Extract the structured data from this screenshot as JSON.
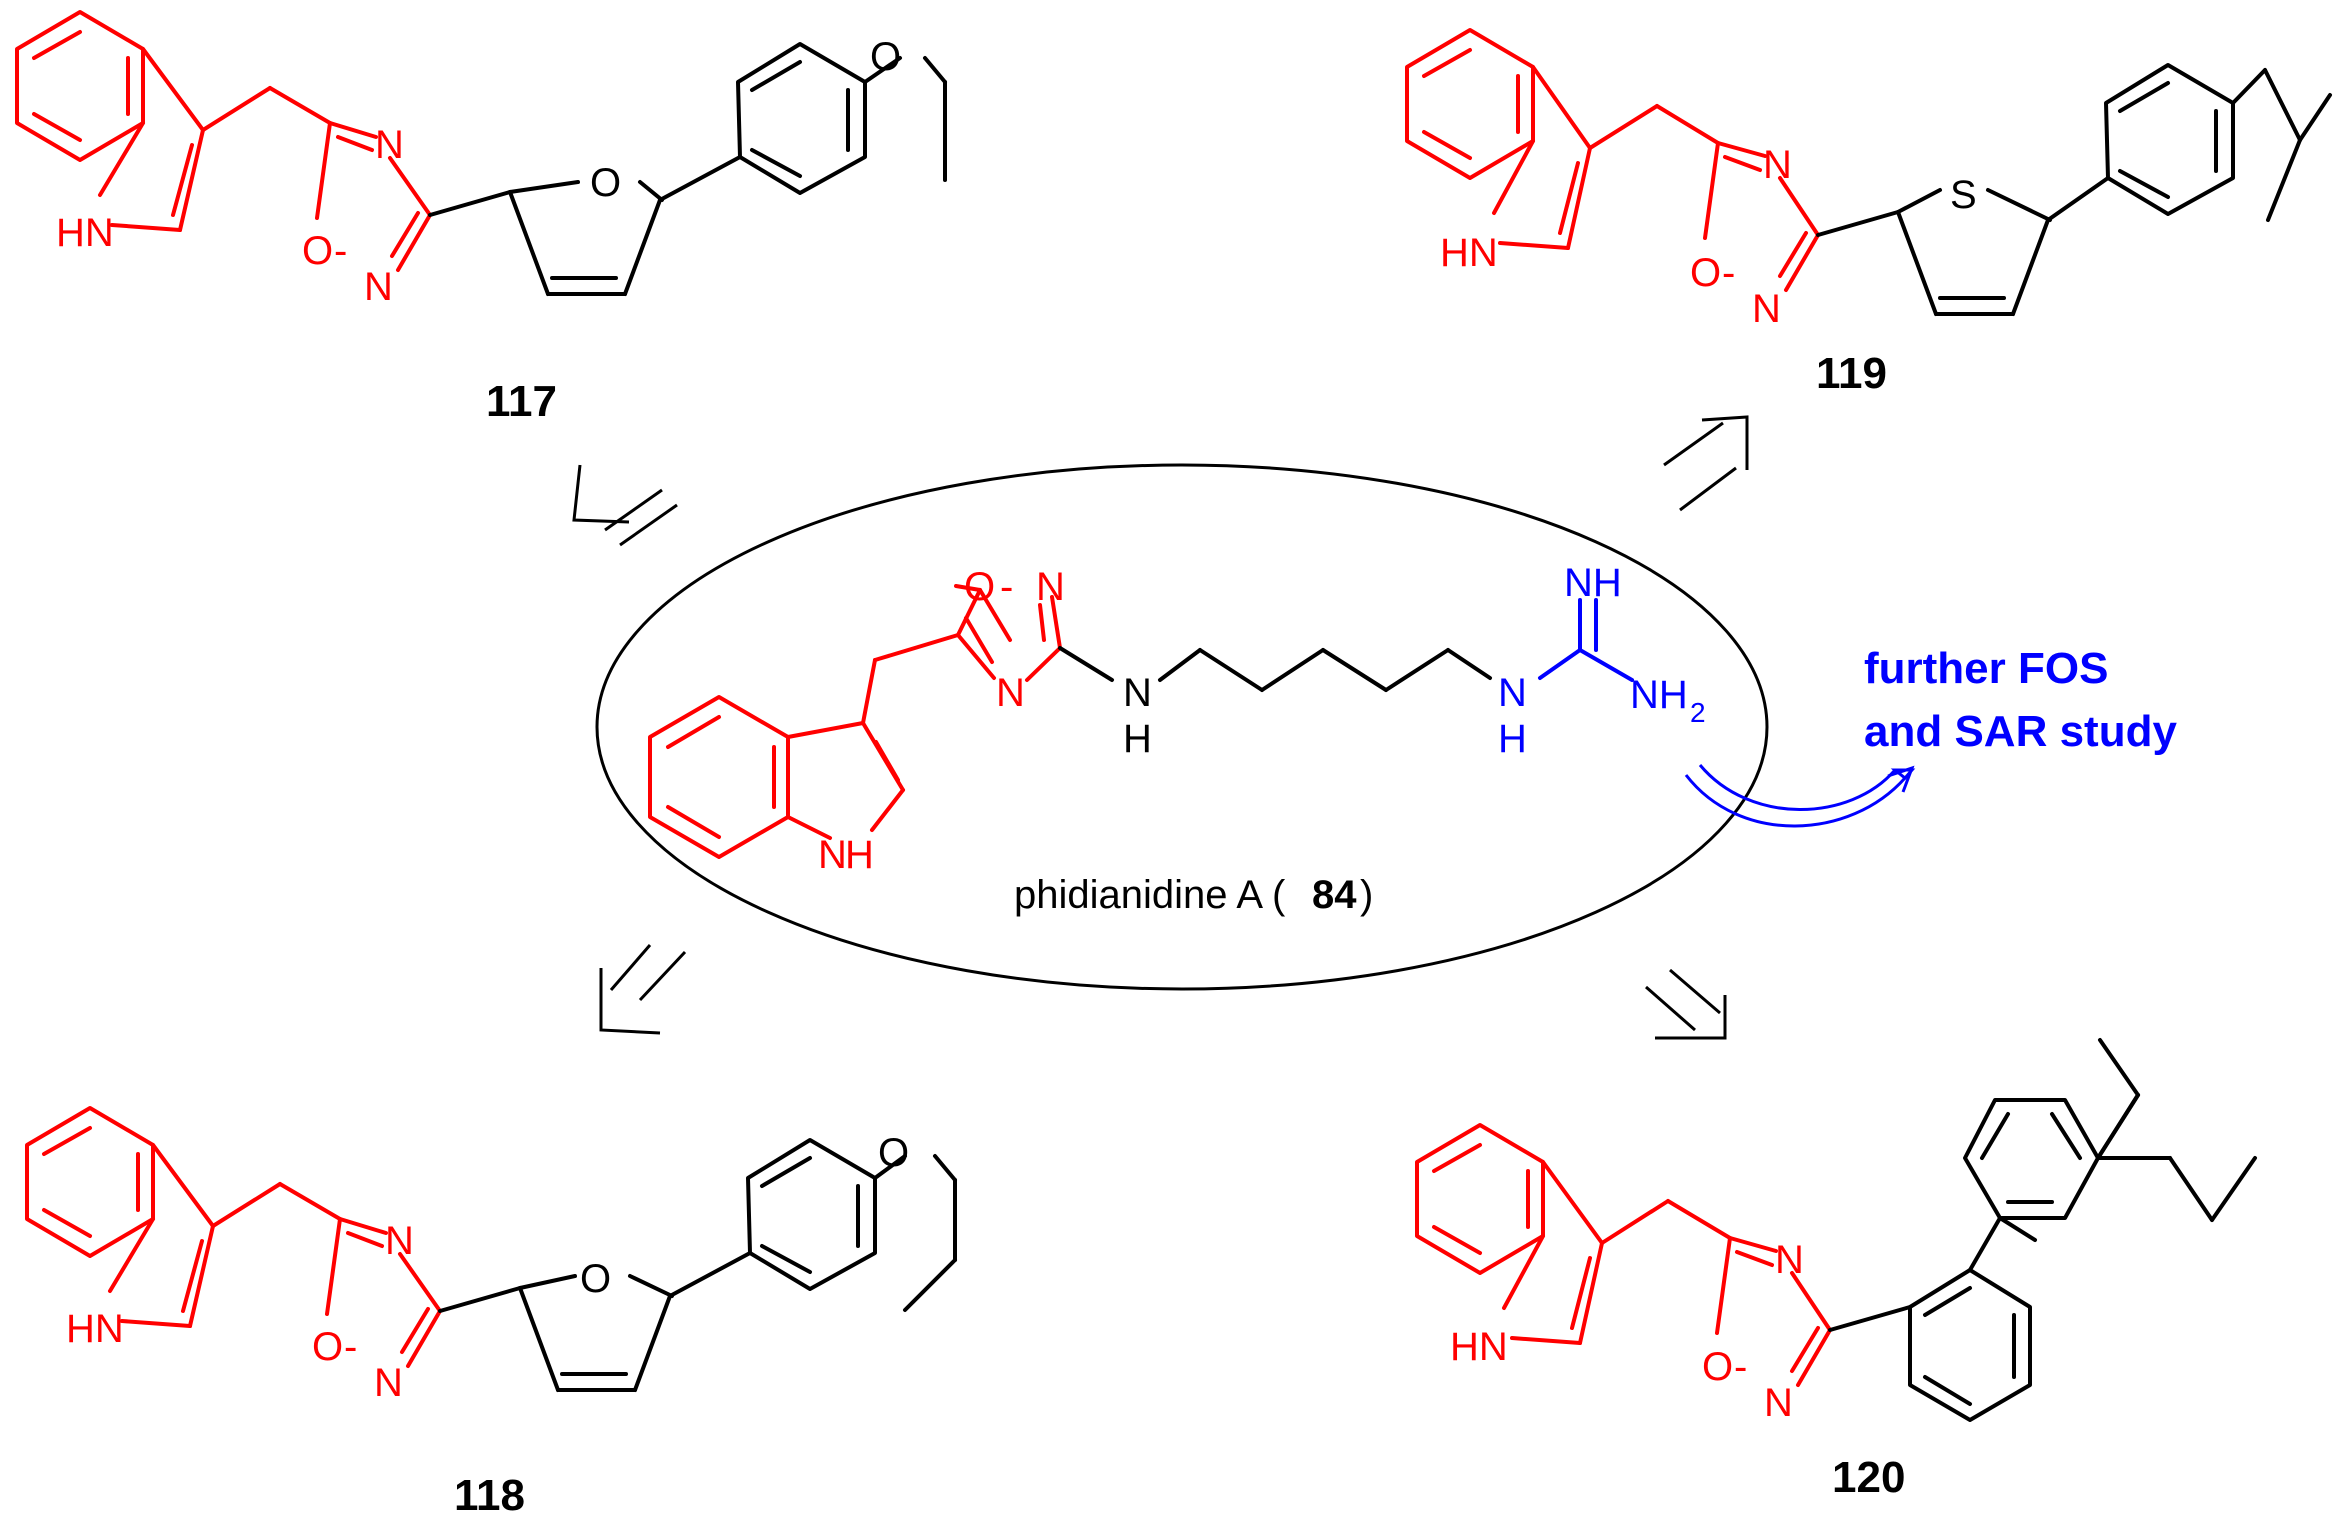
{
  "colors": {
    "scaffold": "#ff0000",
    "guanidine": "#0000ff",
    "bond": "#000000",
    "note": "#0000ff"
  },
  "center": {
    "name_prefix": "phidianidine A (",
    "name_number": "84",
    "name_suffix": ")"
  },
  "note": {
    "line1": "further FOS",
    "line2": "and SAR study"
  },
  "compounds": {
    "c117": {
      "number": "117"
    },
    "c118": {
      "number": "118"
    },
    "c119": {
      "number": "119"
    },
    "c120": {
      "number": "120"
    }
  },
  "atoms": {
    "nh_indole": "HN",
    "n": "N",
    "o": "O",
    "s": "S",
    "h": "H",
    "nh_text": "NH",
    "nh2_text": "NH",
    "nh2_sub": "2"
  }
}
